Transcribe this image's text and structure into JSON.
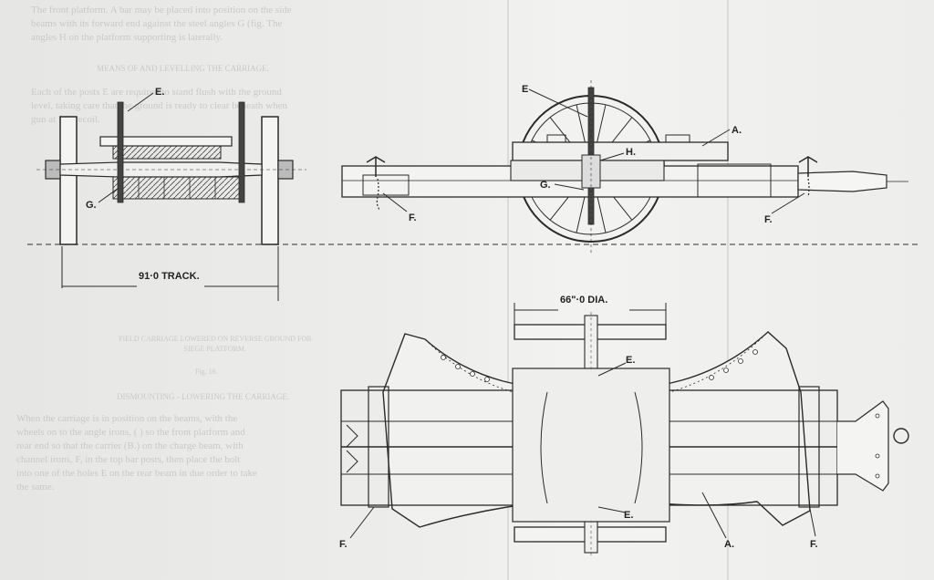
{
  "title": "",
  "show_through_text": {
    "top_para": [
      "The front platform. A bar may be placed into position on the side",
      "beams with its forward end against the steel angles G (fig. The",
      "angles H on the platform supporting is laterally."
    ],
    "section_heading": "MEANS OF AND LEVELLING THE CARRIAGE.",
    "mid_para": [
      "Each of the posts E are required to stand flush with the ground",
      "level, taking care that the ground is ready to clear beneath when",
      "gun at full recoil."
    ],
    "caption_lines": [
      "FIELD CARRIAGE LOWERED ON REVERSE GROUND FOR",
      "SIEGE PLATFORM."
    ],
    "fig_ref": "Fig. 16.",
    "section_heading_2": "DISMOUNTING - LOWERING THE CARRIAGE.",
    "low_para": [
      "When the carriage is in position on the beams, with the",
      "wheels on to the angle irons, (  ) so the front platform and",
      "rear end so that the carrier (B.) on the charge beam, with",
      "channel irons, F, in the top bar posts, then place the bolt",
      "into one of the holes E on the rear beam in due order to take",
      "the same."
    ]
  },
  "labels": {
    "end_E": "E.",
    "end_G": "G.",
    "track": "91·0 TRACK.",
    "side_E": "E",
    "side_A": "A.",
    "side_H": "H.",
    "side_G": "G.",
    "side_F_left": "F.",
    "side_F_right": "F.",
    "plan_dia": "66\"·0 DIA.",
    "plan_E_top": "E.",
    "plan_E_bottom": "E.",
    "plan_F_left": "F.",
    "plan_A": "A.",
    "plan_F_right": "F."
  },
  "colors": {
    "ink": "#2a2a2a",
    "paper": "#ececea",
    "ghost": "#c9c9c6"
  }
}
